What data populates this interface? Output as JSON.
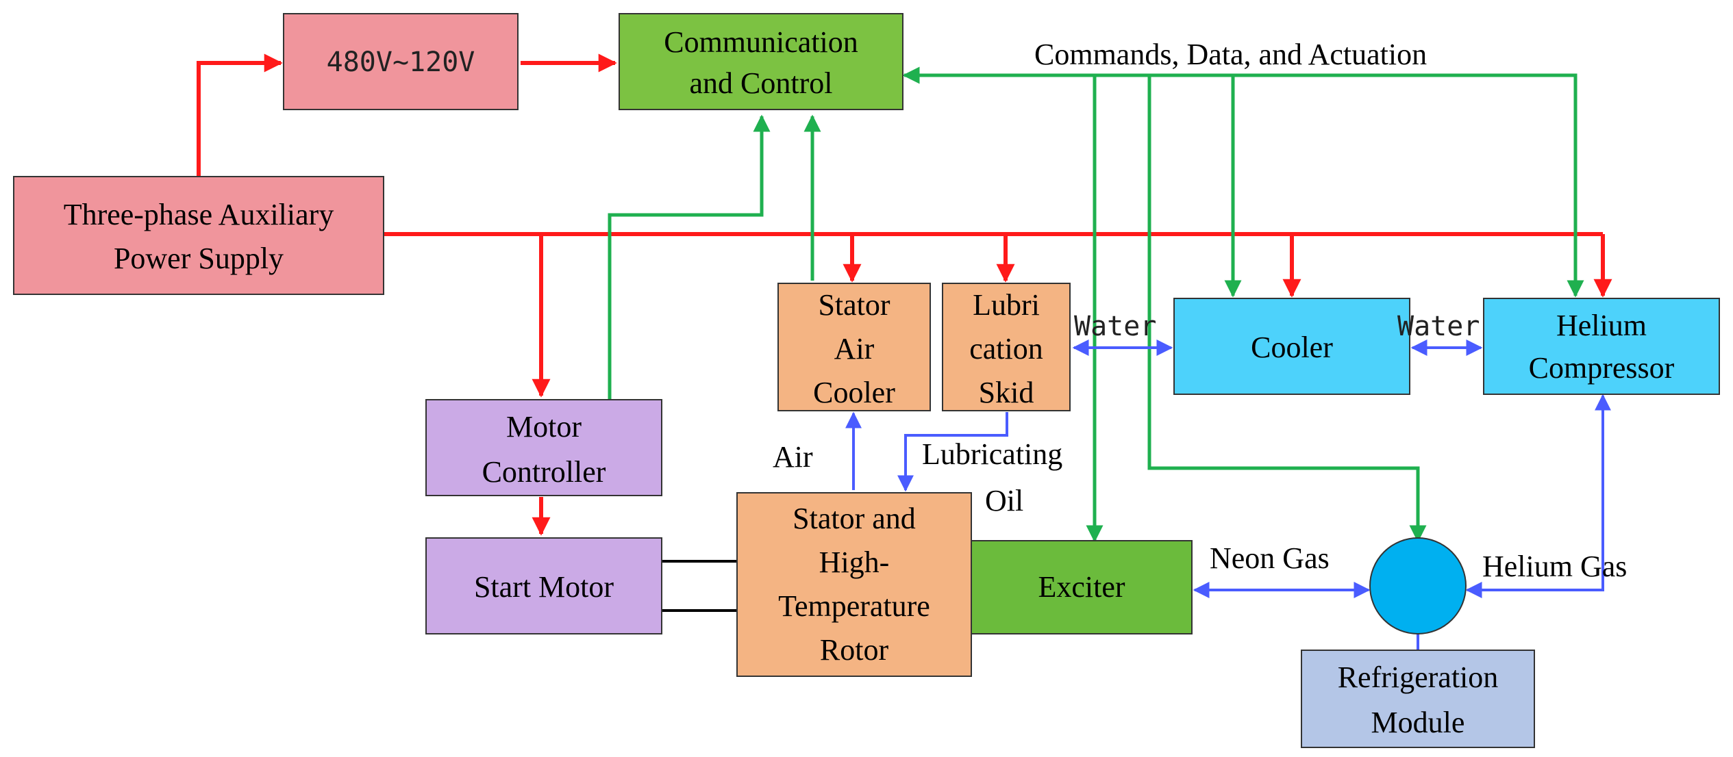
{
  "blocks": {
    "power_supply": {
      "lines": [
        "Three-phase Auxiliary",
        "Power Supply"
      ],
      "color": "#f0959c"
    },
    "transformer": {
      "lines": [
        "480V~120V"
      ],
      "color": "#f0959c"
    },
    "comm_control": {
      "lines": [
        "Communication",
        "and Control"
      ],
      "color": "#7cc242"
    },
    "stator_air_cooler": {
      "lines": [
        "Stator",
        "Air",
        "Cooler"
      ],
      "color": "#f4b483"
    },
    "lubrication_skid": {
      "lines": [
        "Lubri",
        "cation",
        "Skid"
      ],
      "color": "#f4b483"
    },
    "cooler": {
      "lines": [
        "Cooler"
      ],
      "color": "#4dd2fb"
    },
    "helium_compressor": {
      "lines": [
        "Helium",
        "Compressor"
      ],
      "color": "#4dd2fb"
    },
    "motor_controller": {
      "lines": [
        "Motor",
        "Controller"
      ],
      "color": "#cbaae6"
    },
    "start_motor": {
      "lines": [
        "Start Motor"
      ],
      "color": "#cbaae6"
    },
    "stator_rotor": {
      "lines": [
        "Stator and",
        "High-",
        "Temperature",
        "Rotor"
      ],
      "color": "#f4b483"
    },
    "exciter": {
      "lines": [
        "Exciter"
      ],
      "color": "#6bbb3c"
    },
    "refrigeration_module": {
      "lines": [
        "Refrigeration",
        "Module"
      ],
      "color": "#b4c6e7"
    }
  },
  "labels": {
    "commands": "Commands, Data, and Actuation",
    "water_left": "Water",
    "water_right": "Water",
    "air": "Air",
    "lubricating_oil": [
      "Lubricating",
      "Oil"
    ],
    "neon_gas": "Neon Gas",
    "helium_gas": "Helium Gas"
  },
  "colors": {
    "power_line": "#ff1a1a",
    "control_line": "#1fb04f",
    "fluid_line": "#4a5cff",
    "mechanical_line": "#000000",
    "refrigerator_node": "#00b0f0"
  }
}
